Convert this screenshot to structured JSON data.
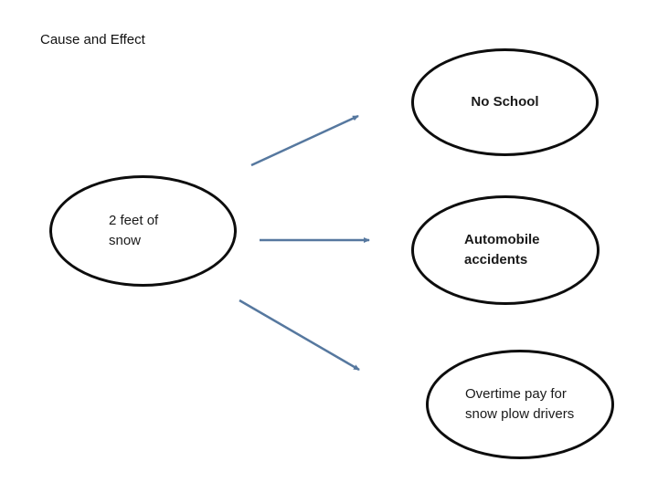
{
  "slide": {
    "title": "Cause and Effect",
    "background_color": "#ffffff"
  },
  "diagram": {
    "type": "cause-effect",
    "cause": {
      "id": "cause-snow",
      "label": "2 feet of\nsnow"
    },
    "effects": [
      {
        "id": "effect-no-school",
        "label": "No School"
      },
      {
        "id": "effect-accidents",
        "label": "Automobile\naccidents"
      },
      {
        "id": "effect-overtime",
        "label": "Overtime pay for\nsnow plow drivers"
      }
    ],
    "edges": [
      {
        "from": "2 feet of snow",
        "to": "No School"
      },
      {
        "from": "2 feet of snow",
        "to": "Automobile accidents"
      },
      {
        "from": "2 feet of snow",
        "to": "Overtime pay for snow plow drivers"
      }
    ],
    "colors": {
      "connector": "#56789f",
      "shape_outline": "#0d0d0d",
      "text": "#1a1a1a"
    }
  }
}
